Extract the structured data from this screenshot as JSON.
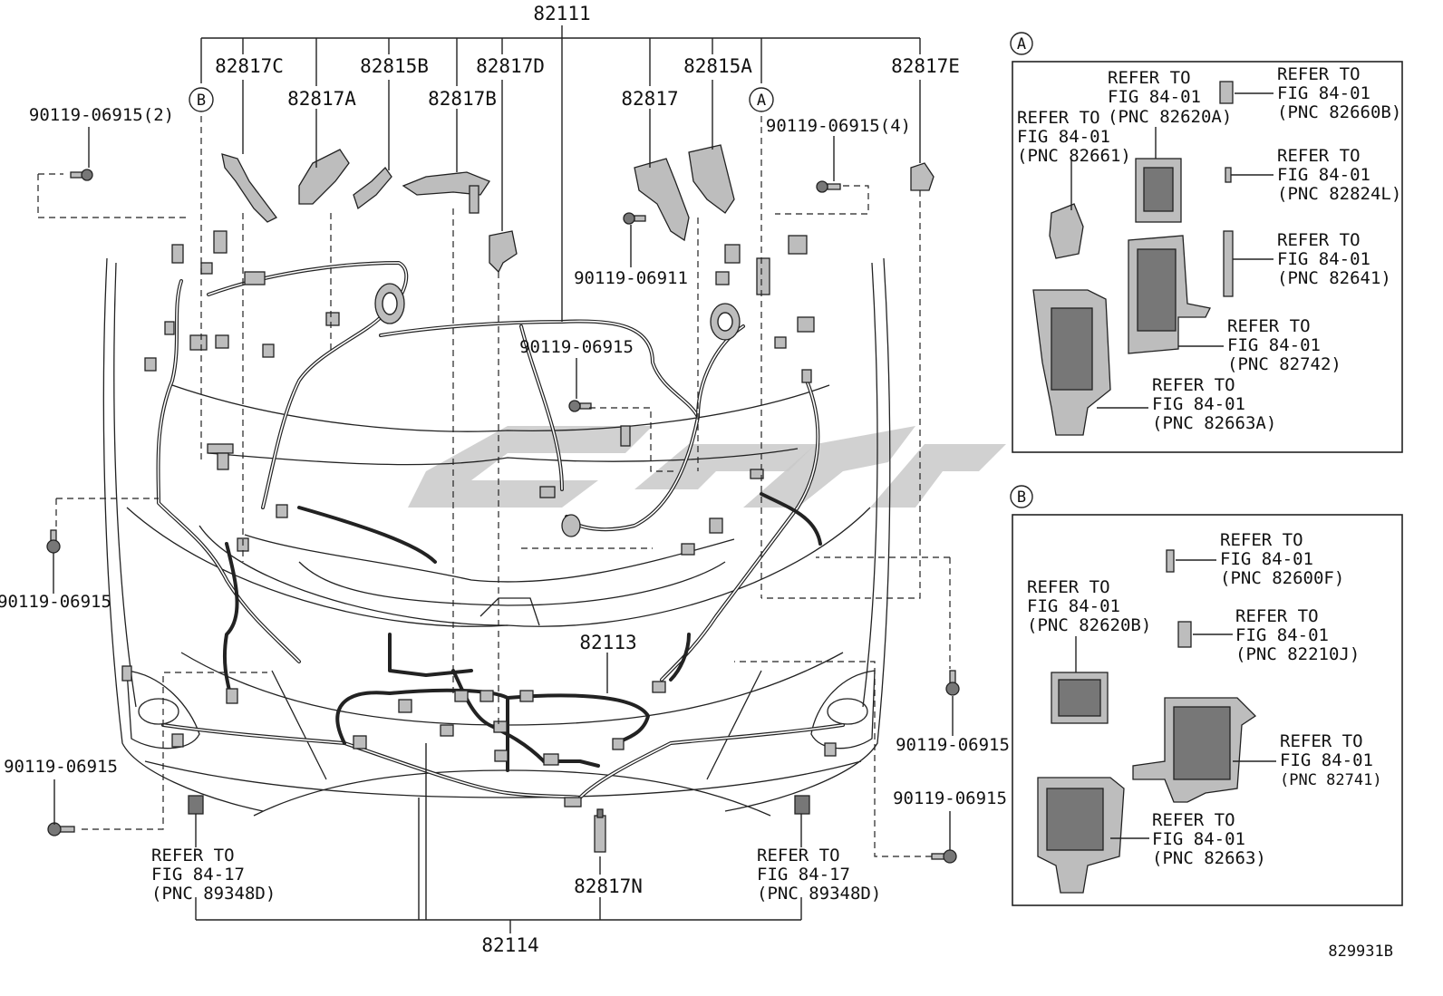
{
  "diagram_id": "829931B",
  "top_assembly": "82111",
  "bottom_assembly": "82114",
  "center_assembly": "82113",
  "bottom_center_part": "82817N",
  "callouts_top": [
    "82817C",
    "82817A",
    "82815B",
    "82817B",
    "82817D",
    "82817",
    "82815A",
    "82817E"
  ],
  "fasteners": {
    "left_top": "90119-06915(2)",
    "right_top": "90119-06915(4)",
    "center_top": "90119-06911",
    "center": "90119-06915",
    "left_mid": "90119-06915",
    "left_bottom": "90119-06915",
    "right_mid": "90119-06915",
    "right_bottom": "90119-06915"
  },
  "view_markers": {
    "a": "A",
    "b": "B"
  },
  "refs_main": {
    "left": [
      "REFER TO",
      "FIG 84-17",
      "(PNC 89348D)"
    ],
    "right": [
      "REFER TO",
      "FIG 84-17",
      "(PNC 89348D)"
    ]
  },
  "panel_a": {
    "marker": "A",
    "refs": [
      [
        "REFER TO",
        "FIG 84-01",
        "(PNC 82620A)"
      ],
      [
        "REFER TO",
        "FIG 84-01",
        "(PNC 82660B)"
      ],
      [
        "REFER TO",
        "FIG 84-01",
        "(PNC 82661)"
      ],
      [
        "REFER TO",
        "FIG 84-01",
        "(PNC 82824L)"
      ],
      [
        "REFER TO",
        "FIG 84-01",
        "(PNC 82641)"
      ],
      [
        "REFER TO",
        "FIG 84-01",
        "(PNC 82742)"
      ],
      [
        "REFER TO",
        "FIG 84-01",
        "(PNC 82663A)"
      ]
    ]
  },
  "panel_b": {
    "marker": "B",
    "refs": [
      [
        "REFER TO",
        "FIG 84-01",
        "(PNC 82600F)"
      ],
      [
        "REFER TO",
        "FIG 84-01",
        "(PNC 82620B)"
      ],
      [
        "REFER TO",
        "FIG 84-01",
        "(PNC 82210J)"
      ],
      [
        "REFER TO",
        "FIG 84-01",
        "(PNC 82741)"
      ],
      [
        "REFER TO",
        "FIG 84-01",
        "(PNC 82663)"
      ]
    ]
  }
}
